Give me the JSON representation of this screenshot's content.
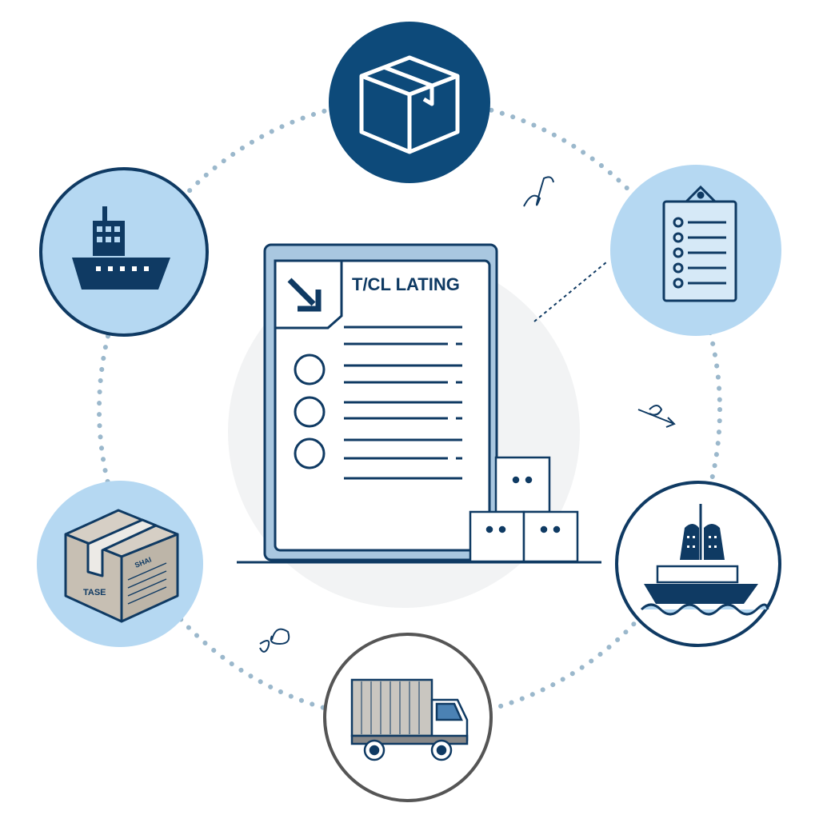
{
  "document": {
    "title": "T/CL LATING"
  },
  "box_labels": {
    "side": "SHAI",
    "front": "TASE"
  },
  "colors": {
    "navy": "#0f3a63",
    "dark_blue": "#0d4a7a",
    "light_blue": "#b5d8f2",
    "frame_blue": "#a9c7e0",
    "dots": "#9bb8cc",
    "cardboard": "#c7bfb3"
  },
  "icons": [
    "package-icon",
    "ship-icon",
    "checklist-icon",
    "cardboard-box-icon",
    "cargo-ship-icon",
    "truck-icon",
    "document-icon",
    "stacked-boxes-icon"
  ]
}
